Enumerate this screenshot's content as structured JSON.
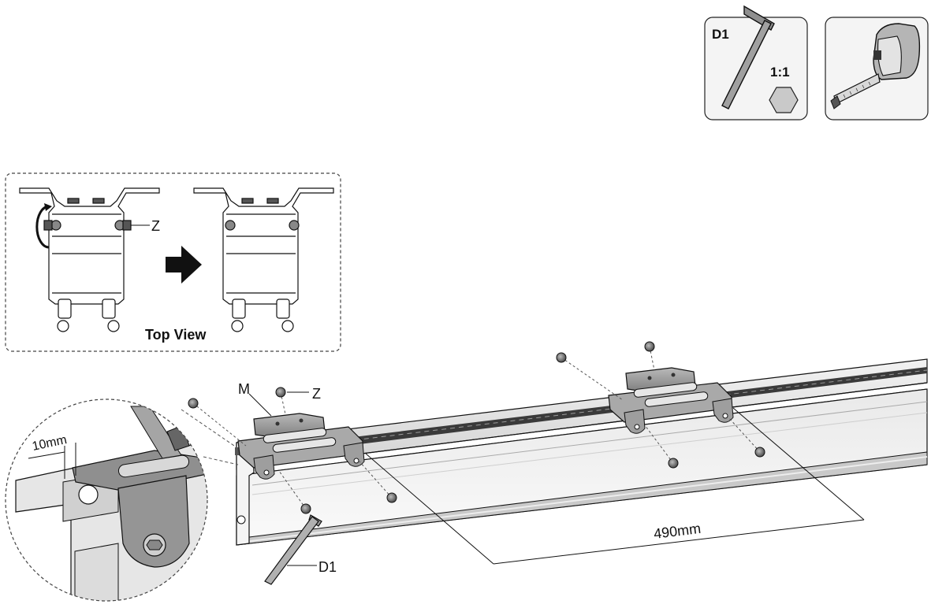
{
  "tools": {
    "hex_key_id": "D1",
    "hex_key_scale": "1:1",
    "tape_icon": "tape-measure-icon",
    "hex_key_icon": "hex-key-icon"
  },
  "top_view": {
    "caption": "Top View",
    "screw_label": "Z"
  },
  "main": {
    "bracket_label": "M",
    "screw_label": "Z",
    "tool_label": "D1",
    "spacing": "490mm",
    "offset": "10mm"
  },
  "colors": {
    "line": "#111111",
    "metal": "#8a8a8a",
    "metal_light": "#d6d6d6",
    "dash": "#555555"
  }
}
